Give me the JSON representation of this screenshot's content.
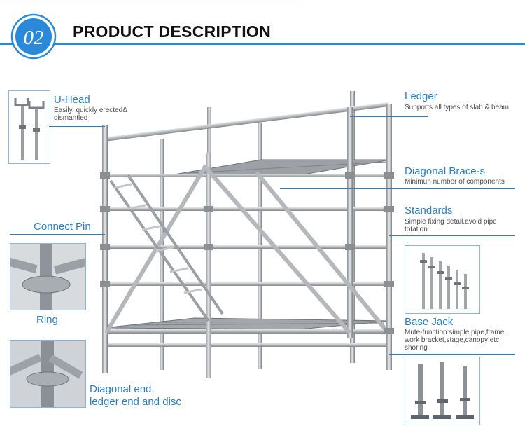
{
  "header": {
    "number": "02",
    "title": "PRODUCT DESCRIPTION",
    "accent_color": "#2a89d8"
  },
  "left_labels": {
    "u_head": {
      "title": "U-Head",
      "desc_line1": "Easily,   quickly erected&",
      "desc_line2": "dismantled"
    },
    "connect_pin": {
      "title": "Connect Pin"
    },
    "ring": {
      "title": "Ring"
    },
    "diagonal_end": {
      "title_line1": "Diagonal end,",
      "title_line2": "ledger end and disc"
    }
  },
  "right_labels": {
    "ledger": {
      "title": "Ledger",
      "desc": "Supports all types of slab & beam"
    },
    "diagonal_brace": {
      "title": "Diagonal Brace-s",
      "desc": "Minimun number of components"
    },
    "standards": {
      "title": "Standards",
      "desc_line1": "Simple fixing detail,avoid pipe",
      "desc_line2": "totation"
    },
    "base_jack": {
      "title": "Base Jack",
      "desc_line1": "Mute-function:simple pipe,frame,",
      "desc_line2": "work bracket,stage,canopy etc,",
      "desc_line3": "shoring"
    }
  },
  "icons": [
    "scaffold-tower-image",
    "u-head-image",
    "ring-closeup-image",
    "disc-closeup-image",
    "standards-image",
    "base-jack-image"
  ]
}
